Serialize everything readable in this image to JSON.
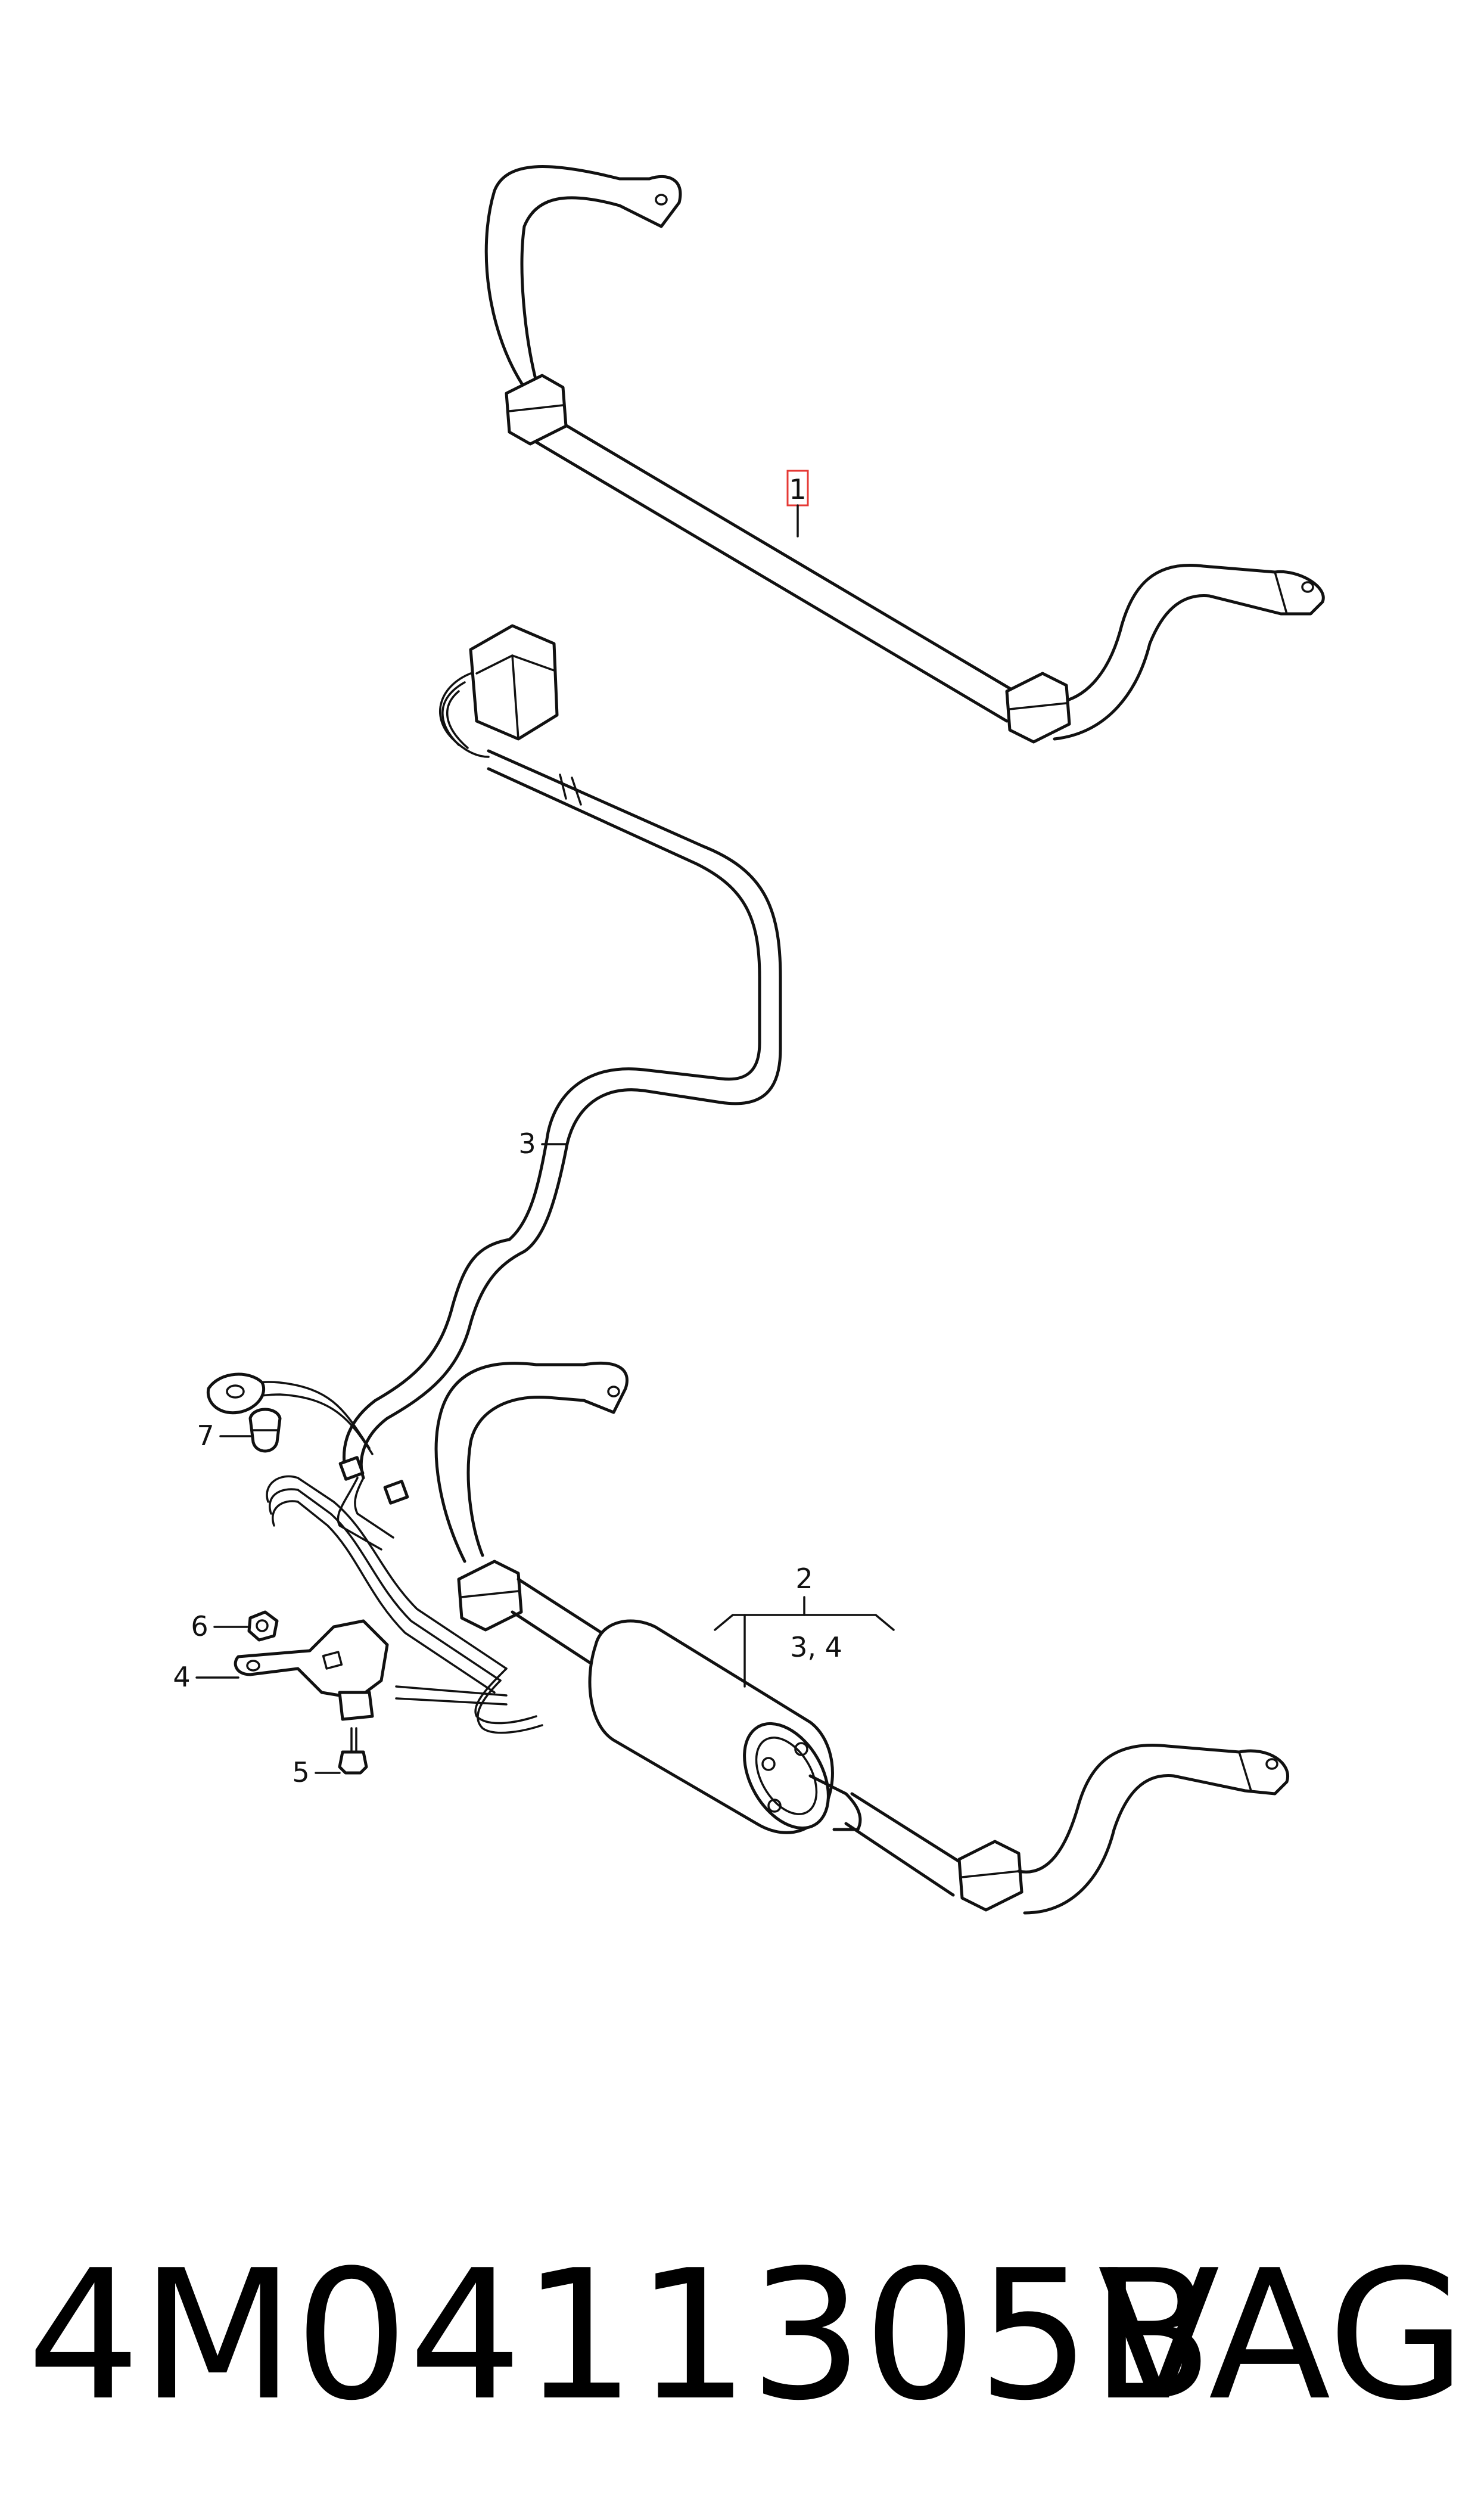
{
  "callouts": {
    "c1": "1",
    "c2": "2",
    "c34": "3, 4",
    "c3": "3",
    "c4": "4",
    "c5": "5",
    "c6": "6",
    "c7": "7"
  },
  "footer": {
    "part_number": "4M0411305B",
    "brand": "VAG"
  }
}
